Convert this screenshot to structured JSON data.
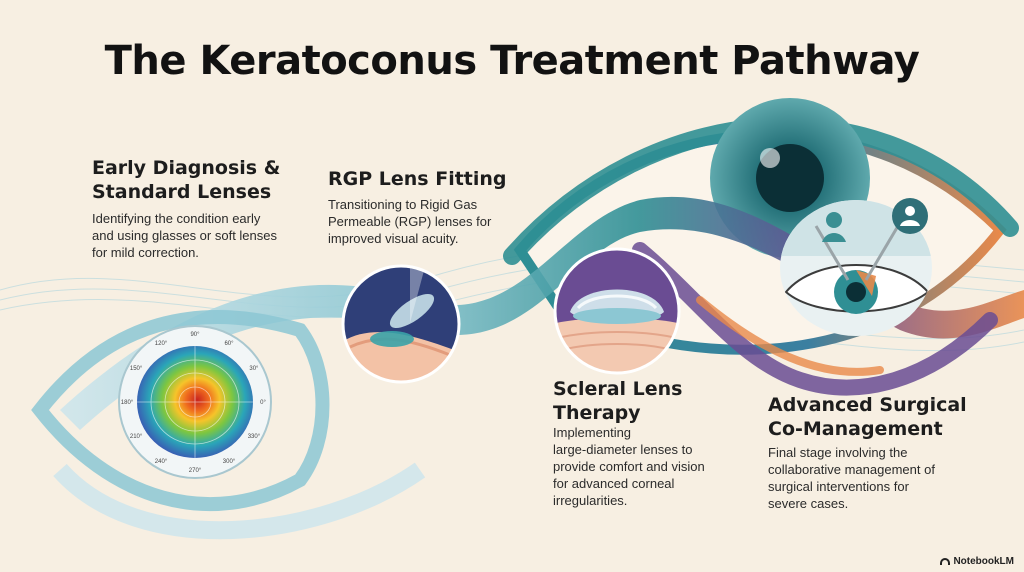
{
  "title": "The Keratoconus Treatment Pathway",
  "stages": [
    {
      "title": "Early Diagnosis &\nStandard Lenses",
      "description": "Identifying the condition early\nand using glasses or soft lenses\nfor mild correction.",
      "illustration": "corneal-topography-map-icon"
    },
    {
      "title": "RGP Lens Fitting",
      "description": "Transitioning to Rigid Gas\nPermeable (RGP) lenses for\nimproved visual acuity.",
      "illustration": "rgp-lens-icon"
    },
    {
      "title": "Scleral Lens\nTherapy",
      "description": "Implementing\nlarge-diameter lenses to\nprovide comfort and vision\nfor advanced corneal\nirregularities.",
      "illustration": "scleral-lens-icon"
    },
    {
      "title": "Advanced Surgical\nCo-Management",
      "description": "Final stage involving the\ncollaborative management of\nsurgical interventions for\nsevere cases.",
      "illustration": "surgical-eye-icon"
    }
  ],
  "topography_map": {
    "degree_labels": [
      "90°",
      "60°",
      "30°",
      "0°",
      "330°",
      "300°",
      "270°",
      "240°",
      "210°",
      "180°",
      "150°",
      "120°"
    ]
  },
  "brand": "NotebookLM",
  "colors": {
    "background": "#f7efe2",
    "teal": "#2f8f94",
    "light_blue": "#9fd0dc",
    "purple": "#6a4c93",
    "orange": "#e8894a"
  }
}
